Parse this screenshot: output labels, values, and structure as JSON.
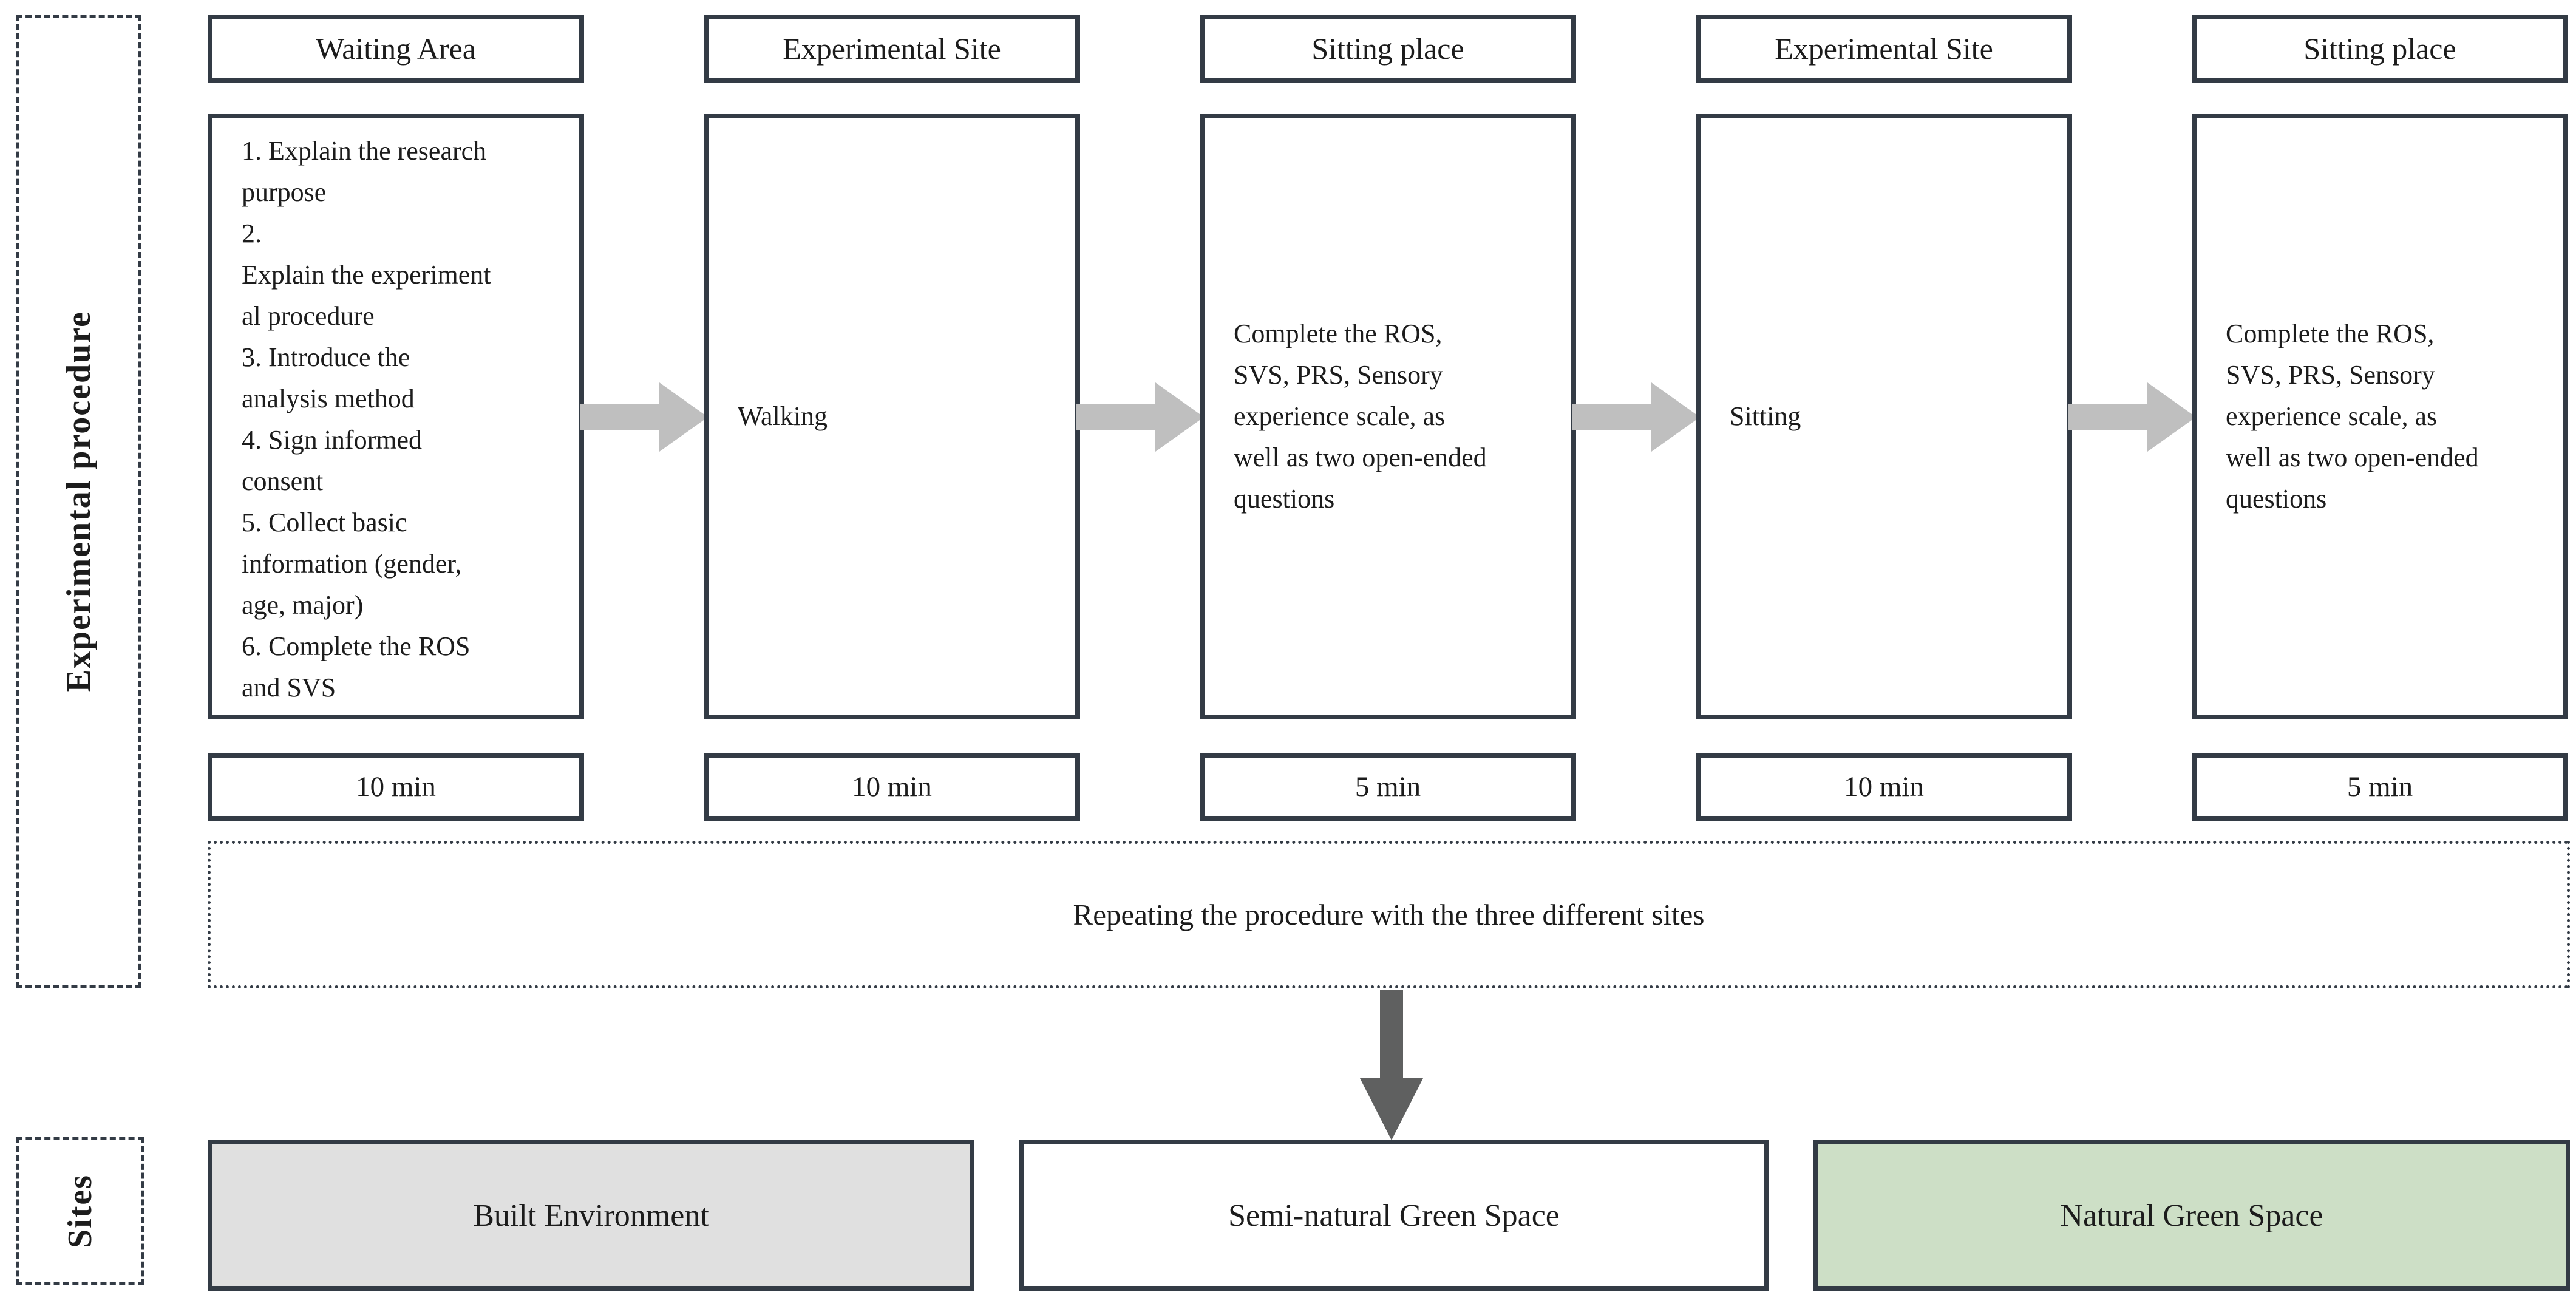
{
  "colors": {
    "border-dark": "#333b45",
    "arrow-gray": "#bfbfbf",
    "arrow-dark": "#5f6060",
    "text": "#1c1c1c"
  },
  "procedure_rail": {
    "label": "Experimental procedure"
  },
  "sites_rail": {
    "label": "Sites"
  },
  "columns": [
    {
      "header": "Waiting Area",
      "content": "1. Explain the research\npurpose\n2.\nExplain the experiment\nal procedure\n3. Introduce the\nanalysis method\n4. Sign informed\nconsent\n5. Collect basic\ninformation (gender,\nage, major)\n6. Complete the ROS\nand SVS",
      "duration": "10 min"
    },
    {
      "header": "Experimental Site",
      "content": "Walking",
      "duration": "10 min"
    },
    {
      "header": "Sitting place",
      "content": "Complete the ROS,\nSVS, PRS, Sensory\nexperience scale, as\nwell as two open-ended\nquestions",
      "duration": "5 min"
    },
    {
      "header": "Experimental Site",
      "content": "Sitting",
      "duration": "10 min"
    },
    {
      "header": "Sitting place",
      "content": "Complete the ROS,\nSVS, PRS, Sensory\nexperience scale, as\nwell as two open-ended\nquestions",
      "duration": "5 min"
    }
  ],
  "repeat_note": "Repeating the procedure with the three different sites",
  "sites": [
    {
      "label": "Built Environment",
      "fill": "#e0e0e0"
    },
    {
      "label": "Semi-natural Green Space",
      "fill": "#ffffff"
    },
    {
      "label": "Natural Green Space",
      "fill": "#cddfc6"
    }
  ]
}
